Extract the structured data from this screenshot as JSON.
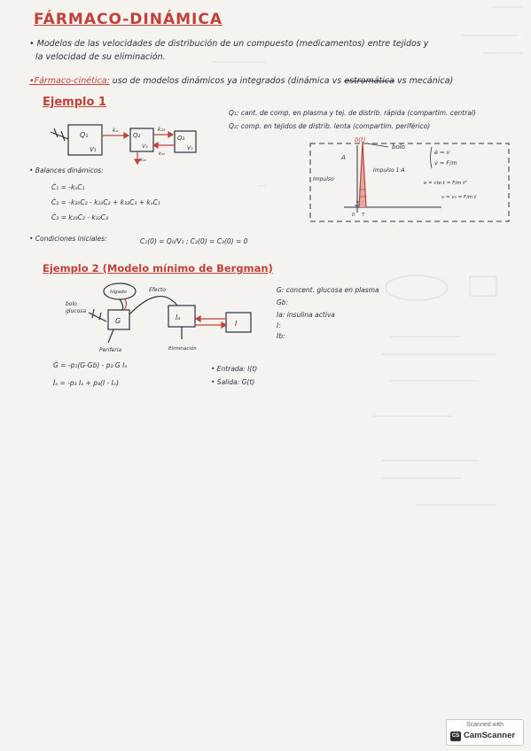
{
  "title": "FÁRMACO-DINÁMICA",
  "intro": {
    "line1": "• Modelos de las velocidades de distribución de un compuesto (medicamentos) entre tejidos y",
    "line2": "la velocidad de su eliminación.",
    "line3_term": "•Fármaco-cinética:",
    "line3_rest": "uso de modelos dinámicos ya integrados (dinámica vs",
    "line3_crossed": "estromática",
    "line3_end": "vs mecánica)"
  },
  "example1": {
    "heading": "Ejemplo 1",
    "q1": "Q₁: cant. de comp. en plasma y tej. de distrib. rápida (compartim. central)",
    "q2": "Q₂: comp. en tejidos de distrib. lenta (compartim. periférico)",
    "diagram": {
      "box1_q": "Q₁",
      "box1_v": "V₁",
      "box2_q": "Q₂",
      "box2_v": "V₂",
      "box3_q": "Q₃",
      "box3_v": "V₃",
      "ka": "kₐ",
      "k23": "k₂₃",
      "k32": "k₃₂",
      "k20": "k₂₀"
    },
    "balances_label": "• Balances dinámicos:",
    "eq1": "Ċ₁ = -kₐC₁",
    "eq2": "Ċ₂ = -k₂₀C₂ - k₂₃C₂ + k₃₂C₃ + kₐC₁",
    "eq3": "Ċ₃ = k₂₃C₂ - k₃₂C₃",
    "initial_label": "• Condiciones iniciales:",
    "initial_eq": "C₁(0) = Q₀/V₁ ;  C₂(0) = C₃(0) = 0",
    "plot": {
      "delta": "δ(t)",
      "bolo": "bolo",
      "A": "A",
      "impulso": "Impulso",
      "impulso_area": "Impulso 1·A",
      "sys1": "ė = v",
      "sys2": "v̇ = F/m",
      "eq_a": "e = cte·t = F/m t²",
      "eq_b": "v = v₀ = F/m t",
      "t_axis": "T",
      "zero": "0"
    }
  },
  "example2": {
    "heading": "Ejemplo 2 (Modelo mínimo de Bergman)",
    "diagram": {
      "higado": "hígado",
      "efecto": "Efecto",
      "bolo_glucosa_1": "bolo",
      "bolo_glucosa_2": "glucosa",
      "G": "G",
      "Ia": "Iₐ",
      "I": "I",
      "periferia": "Periferia",
      "eliminacion": "Eliminación"
    },
    "legend": [
      "G: concent. glucosa en plasma",
      "Gb:",
      "Ia: insulina activa",
      "I:",
      "Ib:"
    ],
    "eqG": "Ġ = -p₁(G-Gb) - p₂ G Iₐ",
    "eqI": "İₐ = -p₃ Iₐ + p₄(I - Iₒ)",
    "entrada": "• Entrada: I(t)",
    "salida": "• Salida: G(t)"
  },
  "scanner": {
    "top": "Scanned with",
    "logo": "CS",
    "name": "CamScanner"
  }
}
